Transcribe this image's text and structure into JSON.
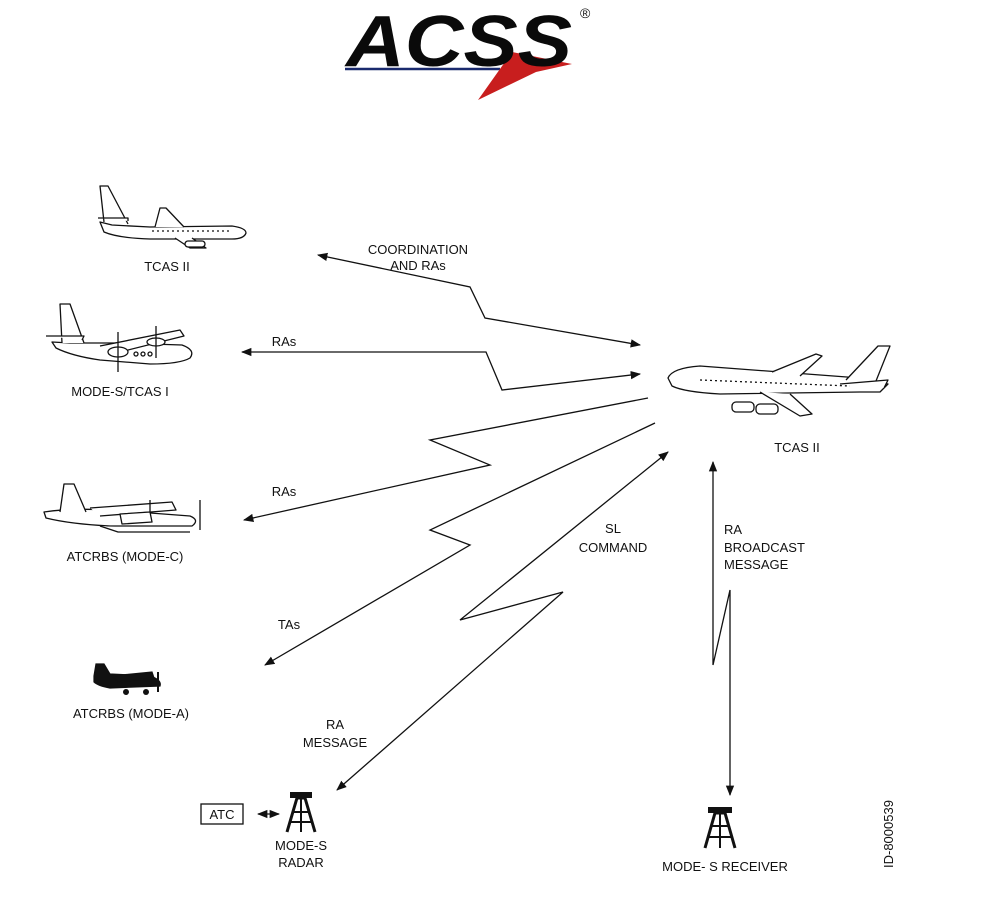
{
  "logo": {
    "text": "ACSS",
    "registered": "®",
    "accent_color": "#c81e1e"
  },
  "nodes": {
    "tcas_ii_left": "TCAS II",
    "mode_s_tcas_i": "MODE-S/TCAS I",
    "atcrbs_mode_c": "ATCRBS (MODE-C)",
    "atcrbs_mode_a": "ATCRBS (MODE-A)",
    "atc": "ATC",
    "mode_s_radar": [
      "MODE-S",
      "RADAR"
    ],
    "mode_s_receiver": "MODE- S RECEIVER",
    "tcas_ii_right": "TCAS II"
  },
  "links": {
    "coordination": [
      "COORDINATION",
      "AND RAs"
    ],
    "ras_1": "RAs",
    "ras_2": "RAs",
    "tas": "TAs",
    "sl_command": [
      "SL",
      "COMMAND"
    ],
    "ra_broadcast": [
      "RA",
      "BROADCAST",
      "MESSAGE"
    ],
    "ra_message": [
      "RA",
      "MESSAGE"
    ]
  },
  "figure_id": "ID-8000539",
  "icons": [
    "airliner-icon",
    "turboprop-icon",
    "seaplane-icon",
    "light-aircraft-icon",
    "radar-tower-icon",
    "receiver-tower-icon"
  ]
}
